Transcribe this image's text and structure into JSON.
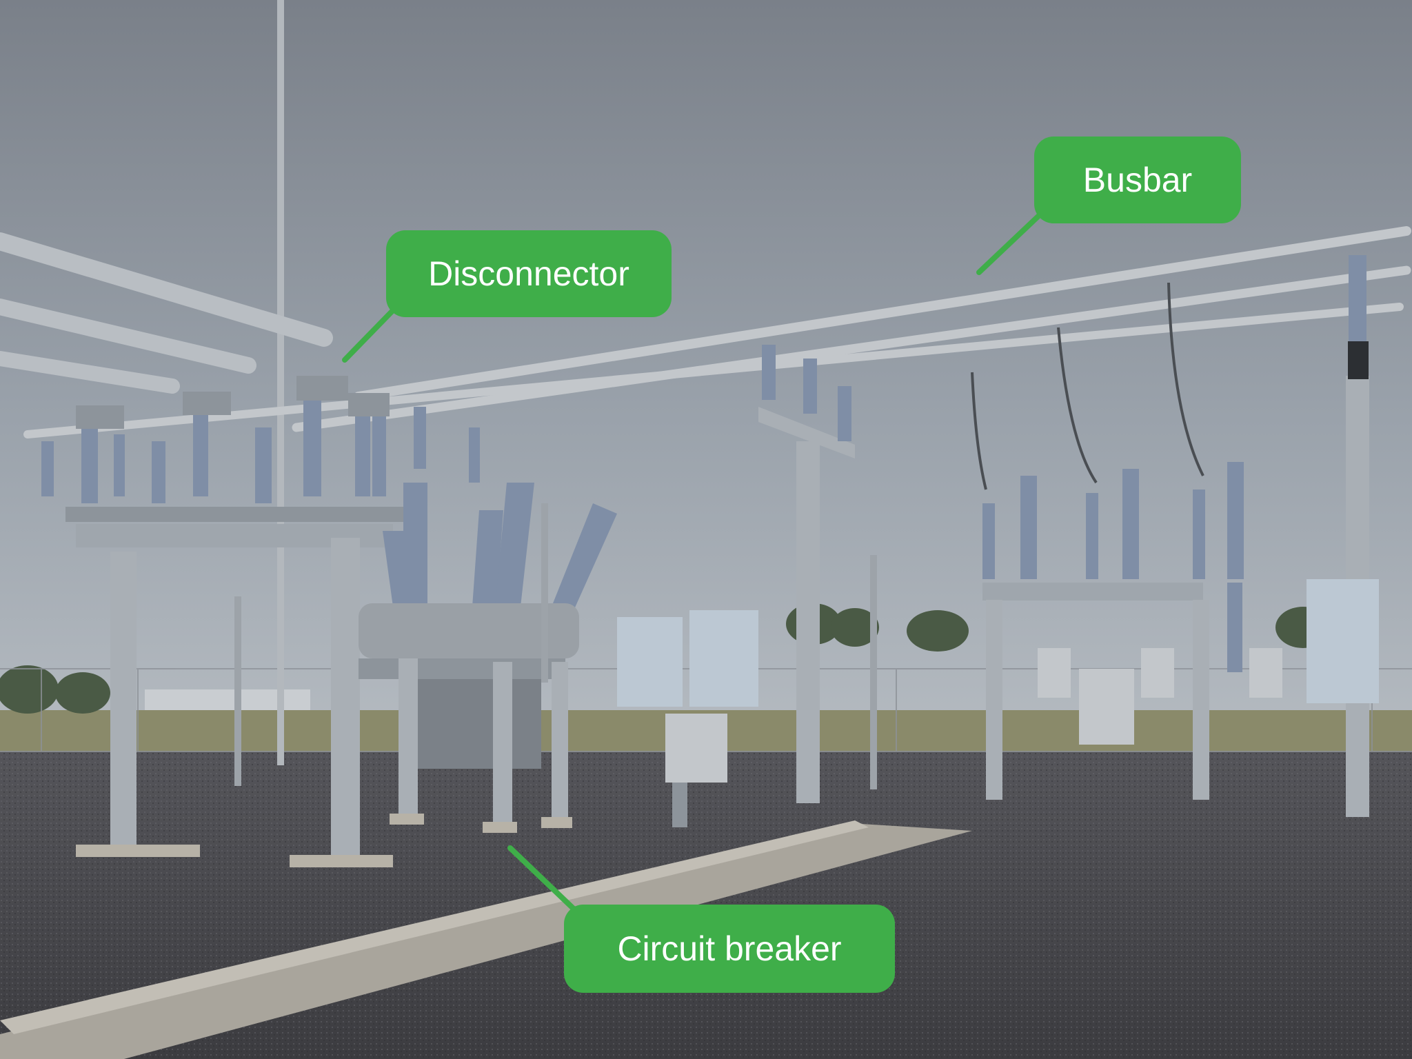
{
  "labels": {
    "busbar": "Busbar",
    "disconnector": "Disconnector",
    "circuit_breaker": "Circuit breaker"
  },
  "colors": {
    "label_bg": "#3fae49",
    "label_text": "#ffffff",
    "sky": "#8b939d",
    "gravel": "#4a4a4d",
    "steel": "#a9b0b6",
    "insulator": "#7f8ea6"
  }
}
